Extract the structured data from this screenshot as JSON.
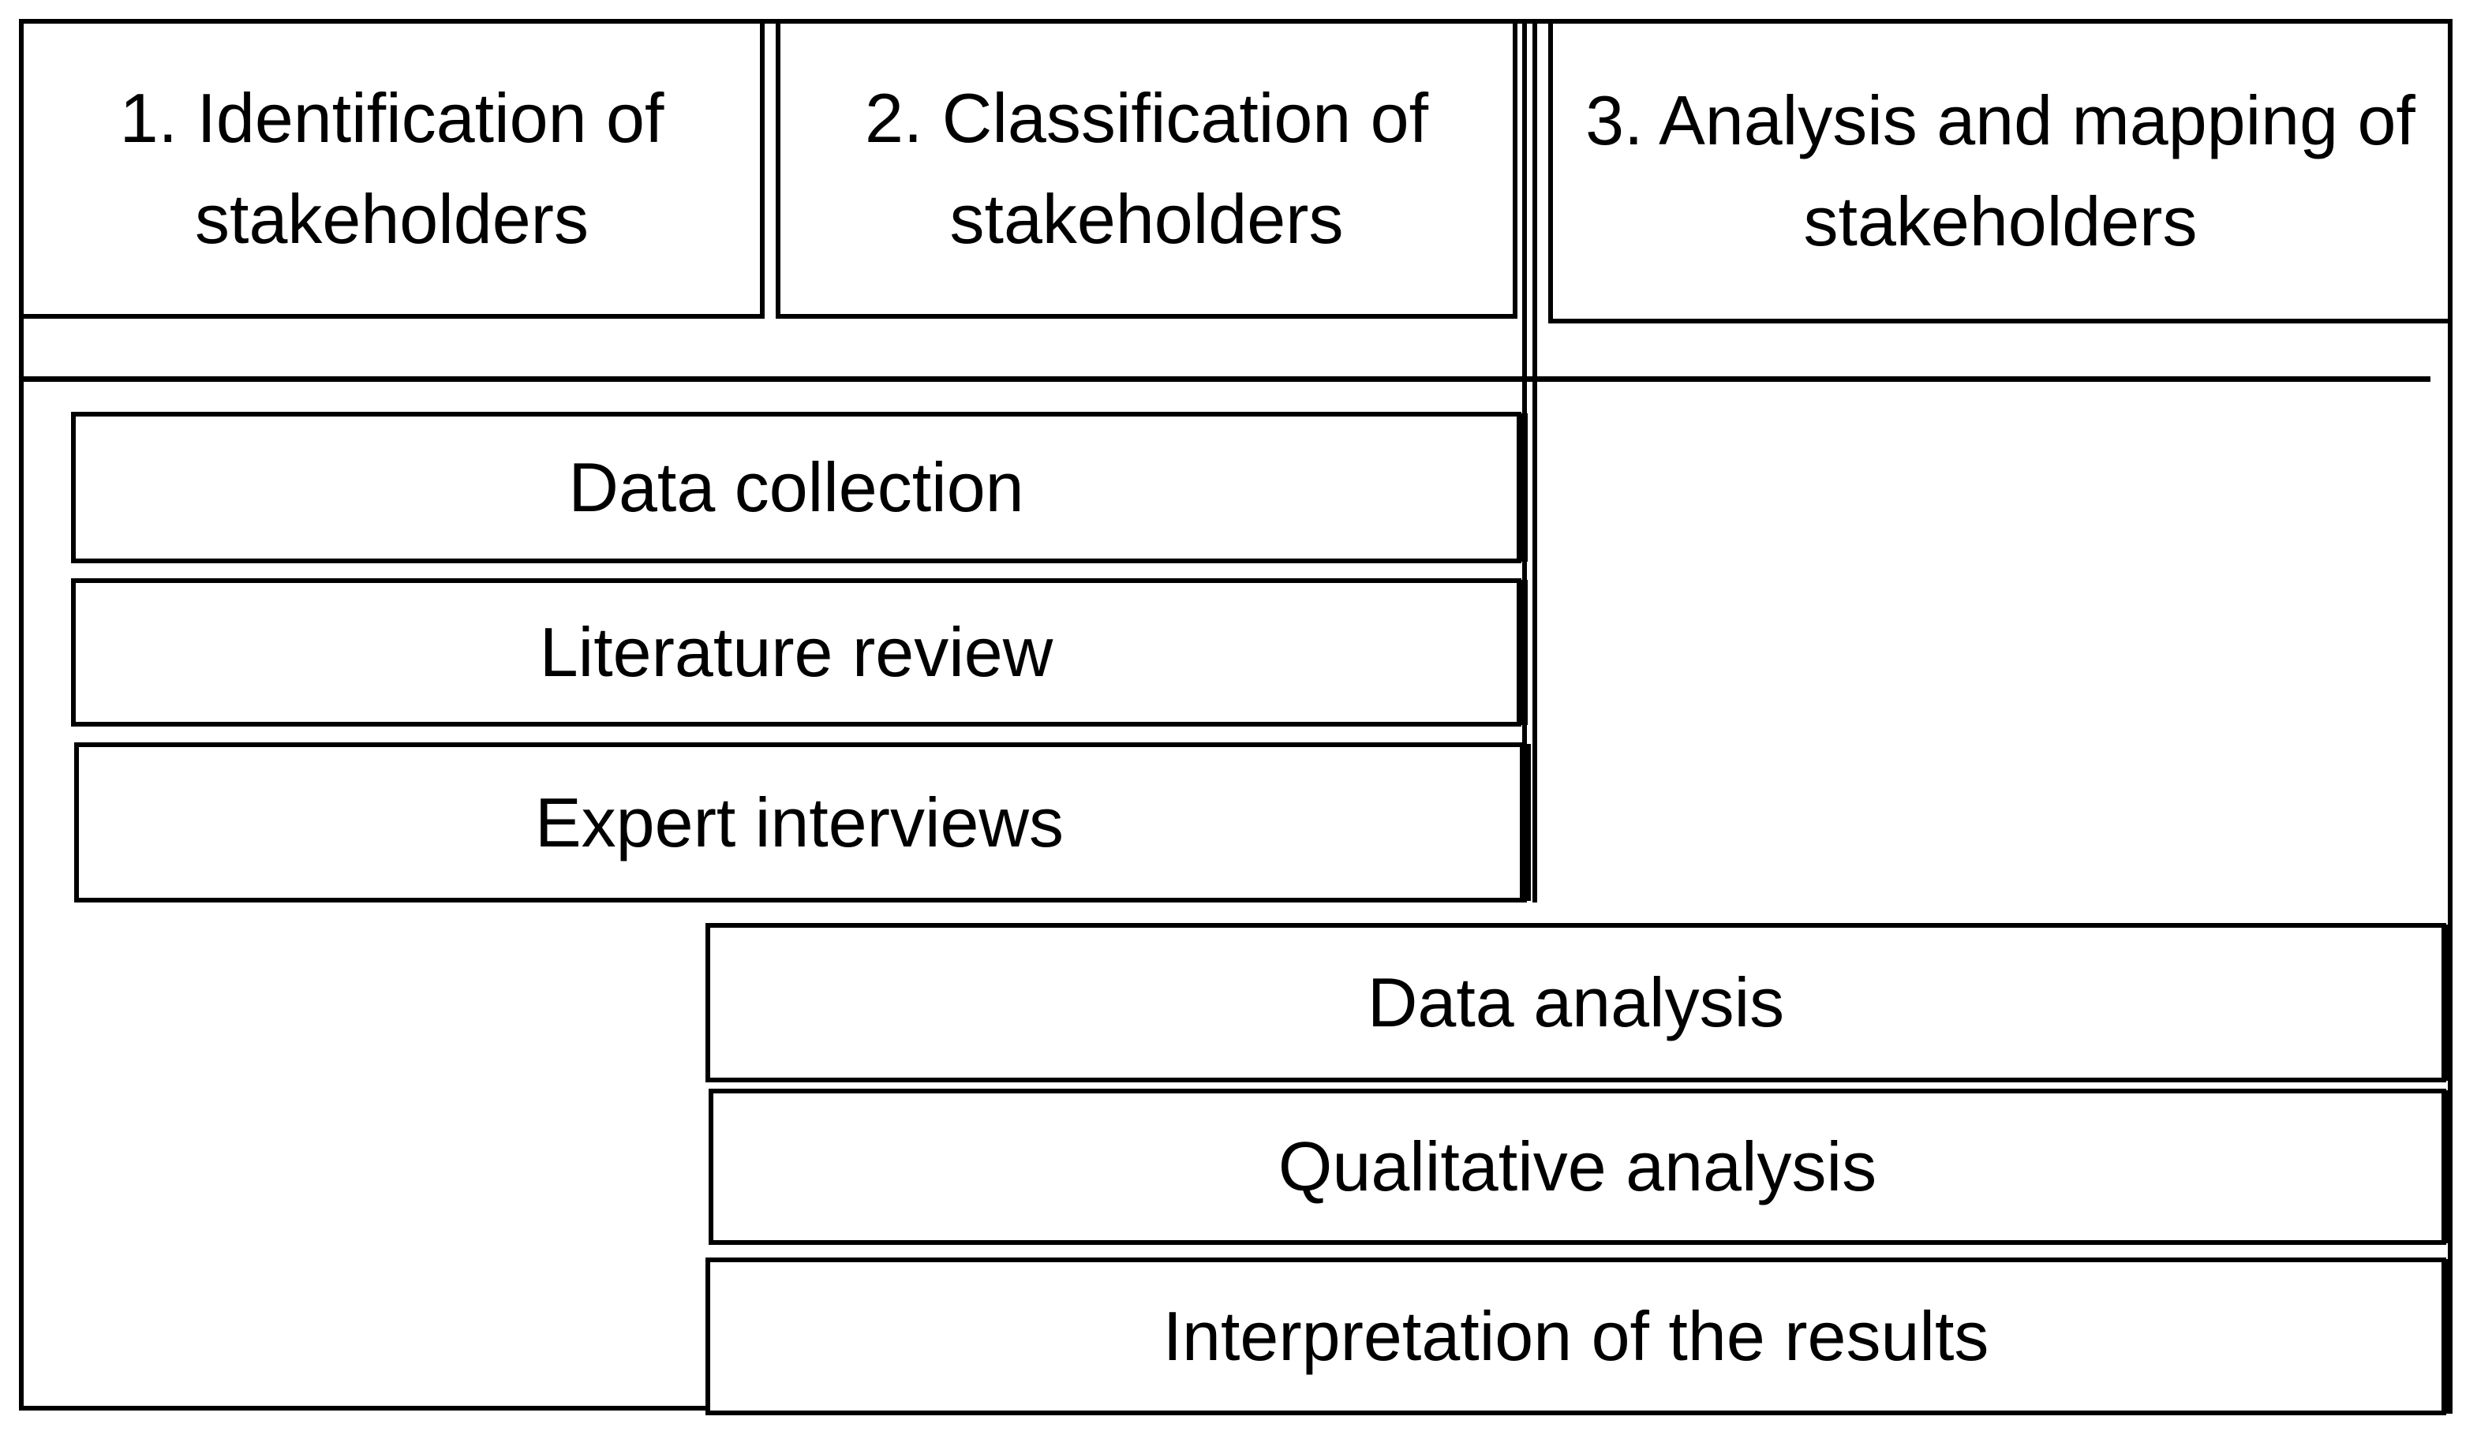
{
  "stages": [
    {
      "id": "identification",
      "label": "1. Identification of stakeholders"
    },
    {
      "id": "classification",
      "label": "2. Classification of stakeholders"
    },
    {
      "id": "analysis-mapping",
      "label": "3. Analysis and mapping of stakeholders"
    }
  ],
  "data_collection": {
    "title": "Data collection",
    "items": [
      "Literature review",
      "Expert interviews"
    ]
  },
  "data_analysis": {
    "title": "Data analysis",
    "items": [
      "Qualitative analysis",
      "Interpretation of the results"
    ]
  }
}
